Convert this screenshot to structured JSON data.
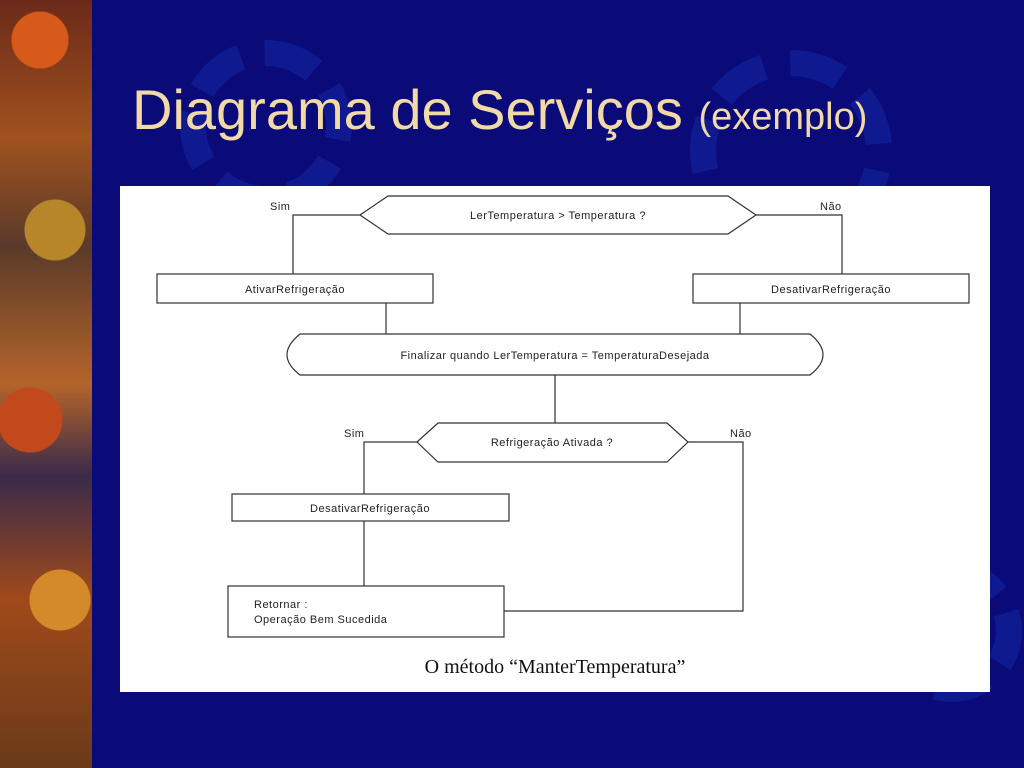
{
  "slide": {
    "title": "Diagrama de Serviços",
    "subtitle": "(exemplo)"
  },
  "diagram": {
    "decision1": "LerTemperatura > Temperatura  ?",
    "decision1_yes": "Sim",
    "decision1_no": "Não",
    "action_activate": "AtivarRefrigeração",
    "action_deactivate_top": "DesativarRefrigeração",
    "loop_condition": "Finalizar quando LerTemperatura = TemperaturaDesejada",
    "decision2": "Refrigeração Ativada ?",
    "decision2_yes": "Sim",
    "decision2_no": "Não",
    "action_deactivate_bottom": "DesativarRefrigeração",
    "return_line1": "Retornar :",
    "return_line2": "Operação Bem Sucedida",
    "caption": "O método “ManterTemperatura”"
  },
  "colors": {
    "background": "#0a0a78",
    "title": "#f1d9a8",
    "figure_bg": "#ffffff"
  }
}
